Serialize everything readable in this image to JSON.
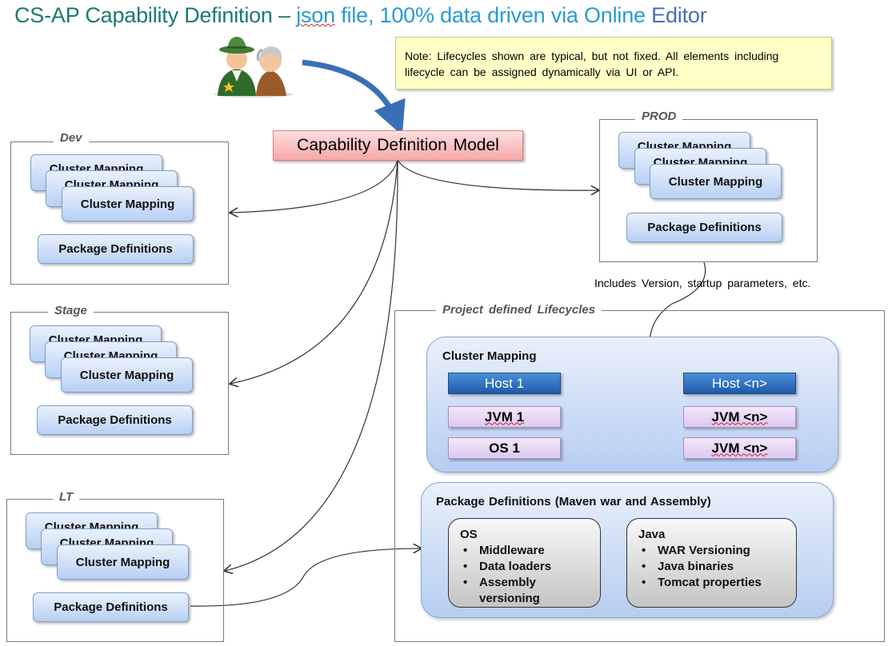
{
  "title": {
    "part1": "CS-AP Capability Definition – ",
    "part2a": "json",
    "part2b": " file, 100% data driven via Online ",
    "part3": "Editor"
  },
  "note": "Note: Lifecycles shown are typical, but not fixed. All elements including lifecycle can be assigned dynamically via UI or API.",
  "model_label": "Capability Definition Model",
  "env": {
    "dev": {
      "label": "Dev",
      "cluster": [
        "Cluster Mapping",
        "Cluster Mapping",
        "Cluster Mapping"
      ],
      "package": "Package Definitions"
    },
    "stage": {
      "label": "Stage",
      "cluster": [
        "Cluster Mapping",
        "Cluster Mapping",
        "Cluster Mapping"
      ],
      "package": "Package Definitions"
    },
    "lt": {
      "label": "LT",
      "cluster": [
        "Cluster Mapping",
        "Cluster Mapping",
        "Cluster Mapping"
      ],
      "package": "Package Definitions"
    },
    "prod": {
      "label": "PROD",
      "cluster": [
        "Cluster Mapping",
        "Cluster Mapping",
        "Cluster Mapping"
      ],
      "package": "Package Definitions"
    }
  },
  "includes_text": "Includes Version, startup parameters, etc.",
  "project": {
    "label": "Project defined Lifecycles",
    "cluster_title": "Cluster Mapping",
    "host1": "Host 1",
    "hostn": "Host <n>",
    "jvm1": "JVM 1",
    "os1": "OS 1",
    "jvmn_a": "JVM <n>",
    "jvmn_b": "JVM <n>",
    "package_title": "Package Definitions  (Maven war and Assembly)",
    "os_card": {
      "title": "OS",
      "items": [
        "Middleware",
        "Data loaders",
        "Assembly versioning"
      ]
    },
    "java_card": {
      "title": "Java",
      "items": [
        "WAR Versioning",
        "Java binaries",
        "Tomcat properties"
      ]
    }
  },
  "colors": {
    "arrow": "#3a6fb8",
    "connector": "#333333"
  },
  "icon": "two-officers-icon"
}
